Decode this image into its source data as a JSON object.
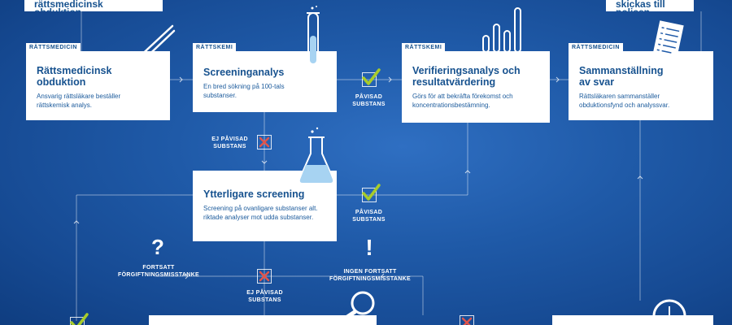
{
  "banners": {
    "top_left": "rättsmedicinsk obduktion",
    "top_right": "skickas till polisen"
  },
  "cards": [
    {
      "tag": "RÄTTSMEDICIN",
      "title": "Rättsmedicinsk obduktion",
      "desc": "Ansvarig rättsläkare beställer rättskemisk analys."
    },
    {
      "tag": "RÄTTSKEMI",
      "title": "Screeninganalys",
      "desc": "En bred sökning på 100-tals substanser."
    },
    {
      "tag": "RÄTTSKEMI",
      "title": "Verifieringsanalys och resultatvärdering",
      "desc": "Görs för att bekräfta förekomst och koncentrationsbestämning."
    },
    {
      "tag": "RÄTTSMEDICIN",
      "title": "Sammanställning av svar",
      "desc": "Rättsläkaren sammanställer obduktionsfynd och analyssvar."
    },
    {
      "tag": "",
      "title": "Ytterligare screening",
      "desc": "Screening på ovanligare substanser alt. riktade analyser mot udda substanser."
    }
  ],
  "labels": {
    "pavisad_1": "PÅVISAD SUBSTANS",
    "pavisad_2": "PÅVISAD SUBSTANS",
    "ej_pavisad_1": "EJ PÅVISAD SUBSTANS",
    "ej_pavisad_2": "EJ PÅVISAD SUBSTANS",
    "fortsatt": "FORTSATT FÖRGIFTNINGSMISSTANKE",
    "ingen_fortsatt": "INGEN FORTSATT FÖRGIFTNINGSMISSTANKE"
  },
  "icons": {
    "question": "?",
    "exclamation": "!",
    "names": [
      "scissors-forceps-icon",
      "test-tube-icon",
      "bar-tubes-icon",
      "document-icon",
      "flask-icon",
      "magnifier-icon",
      "clock-icon",
      "check-icon",
      "cross-icon"
    ]
  },
  "colors": {
    "background": "#1f5aa8",
    "card": "#ffffff",
    "text": "#17528f",
    "check": "#a8cc2a",
    "cross": "#e0554b"
  }
}
